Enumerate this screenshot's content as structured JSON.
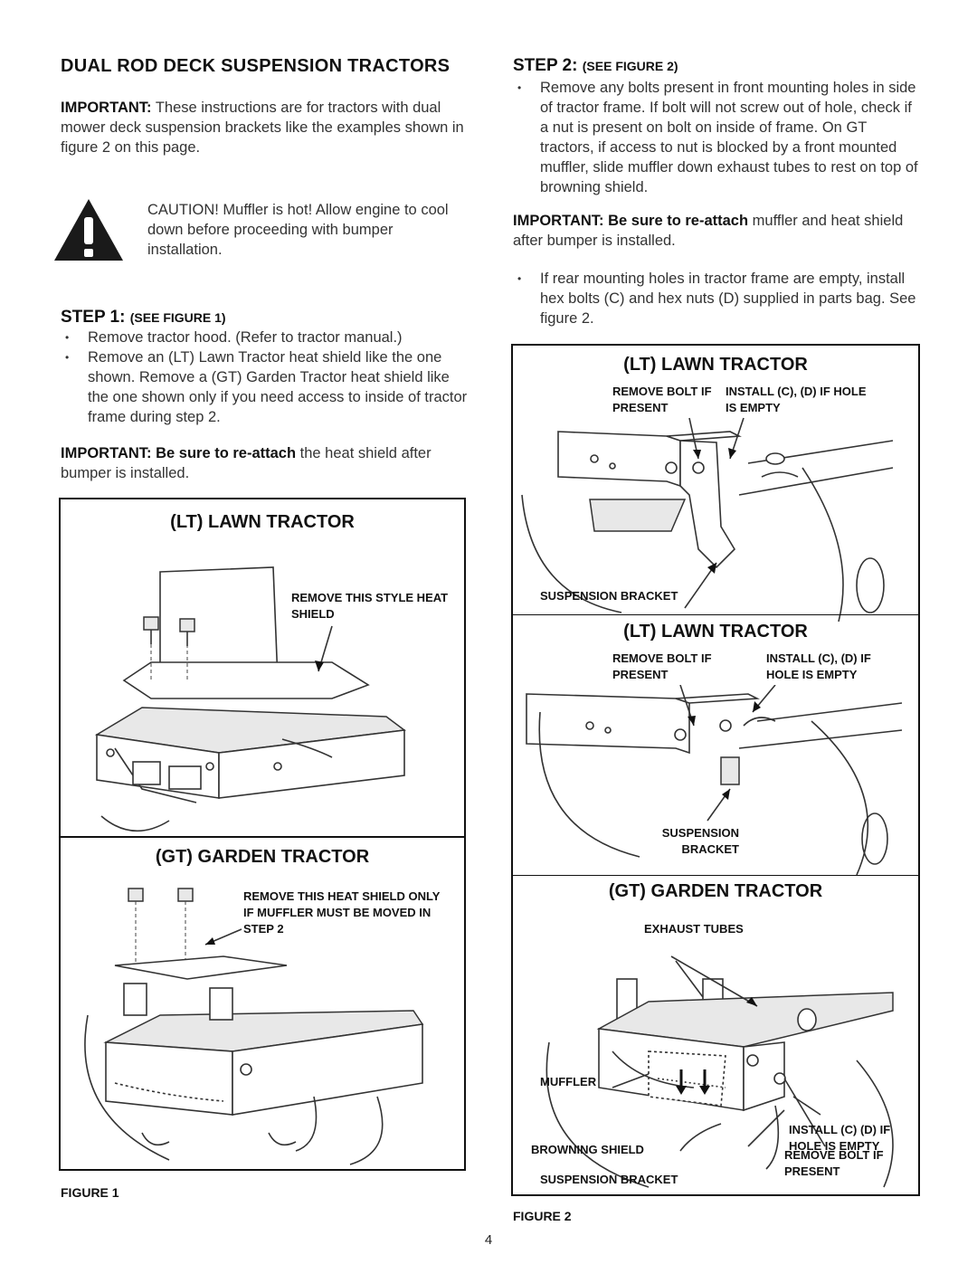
{
  "left": {
    "heading": "DUAL ROD DECK SUSPENSION TRACTORS",
    "important_label": "IMPORTANT:",
    "important_text": "These instructions are for tractors with dual mower deck suspension brackets like the examples shown in figure 2 on this page.",
    "caution_text": "CAUTION! Muffler is hot! Allow engine to cool down before proceeding with bumper installation.",
    "step1_label": "STEP 1:",
    "step1_ref": "(SEE FIGURE 1)",
    "step1_bullets": [
      "Remove tractor hood. (Refer to tractor manual.)",
      "Remove an (LT) Lawn Tractor heat shield like the one shown. Remove a (GT) Garden Tractor heat shield like the one shown only if you need access to inside of tractor frame during step 2."
    ],
    "important2_label": "IMPORTANT: Be sure to re-attach",
    "important2_text": "the heat shield after bumper is installed."
  },
  "figure1": {
    "lt_title": "(LT) LAWN TRACTOR",
    "lt_label": "REMOVE THIS STYLE HEAT SHIELD",
    "gt_title": "(GT) GARDEN TRACTOR",
    "gt_label": "REMOVE THIS HEAT SHIELD ONLY IF MUFFLER MUST BE MOVED IN STEP 2",
    "caption": "FIGURE 1"
  },
  "right": {
    "step2_label": "STEP 2:",
    "step2_ref": "(SEE FIGURE 2)",
    "step2_bullet1": "Remove any bolts present in front mounting holes in side of tractor frame. If bolt will not screw out of hole, check if a nut is present on bolt on inside of frame. On GT tractors, if access to nut is blocked by a front mounted muffler, slide muffler down exhaust tubes to rest on top of browning shield.",
    "important3_label": "IMPORTANT: Be sure to re-attach",
    "important3_text": "muffler and heat shield after bumper is installed.",
    "step2_bullet2": "If rear mounting holes in tractor frame are empty, install hex bolts (C) and hex nuts (D) supplied in parts bag. See figure 2."
  },
  "figure2": {
    "lt1_title": "(LT) LAWN TRACTOR",
    "lt1_remove": "REMOVE BOLT IF PRESENT",
    "lt1_install": "INSTALL (C), (D) IF HOLE IS EMPTY",
    "lt1_bracket": "SUSPENSION BRACKET",
    "lt2_title": "(LT) LAWN TRACTOR",
    "lt2_remove": "REMOVE BOLT IF PRESENT",
    "lt2_install": "INSTALL (C), (D) IF HOLE IS EMPTY",
    "lt2_bracket": "SUSPENSION BRACKET",
    "gt_title": "(GT) GARDEN TRACTOR",
    "gt_exhaust": "EXHAUST TUBES",
    "gt_muffler": "MUFFLER",
    "gt_install": "INSTALL (C) (D) IF HOLE IS EMPTY",
    "gt_browning": "BROWNING SHIELD",
    "gt_remove": "REMOVE BOLT IF PRESENT",
    "gt_bracket": "SUSPENSION BRACKET",
    "caption": "FIGURE 2"
  },
  "page_number": "4"
}
